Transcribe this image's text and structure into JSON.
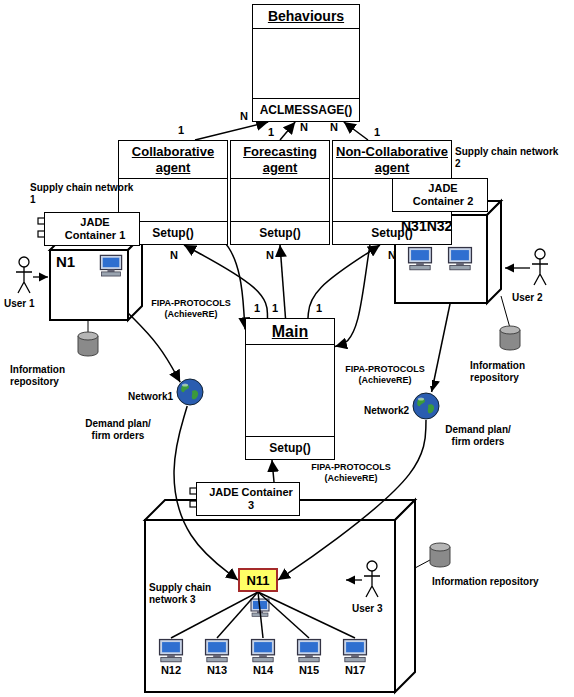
{
  "diagram": {
    "nodes": [
      {
        "text": [
          "Behaviours",
          "ACLMESSAGE()"
        ]
      },
      {
        "text": [
          "Collaborative agent",
          "Setup()"
        ]
      },
      {
        "text": [
          "Forecasting agent",
          "Setup()"
        ]
      },
      {
        "text": [
          "Non-Collaborative agent",
          "Setup()"
        ]
      },
      {
        "text": [
          "JADE Container 1"
        ]
      },
      {
        "text": [
          "N1"
        ]
      },
      {
        "text": [
          "Main",
          "Setup()"
        ]
      },
      {
        "text": [
          "JADE Container 2"
        ]
      },
      {
        "text": [
          "N31N32"
        ]
      },
      {
        "text": [
          "Network1"
        ]
      },
      {
        "text": [
          "Network2"
        ]
      },
      {
        "text": [
          "JADE Container 3"
        ]
      },
      {
        "text": [
          "Supply chain network 3"
        ]
      },
      {
        "text": [
          "N11"
        ],
        "in": 12
      },
      {
        "text": [
          "N12"
        ],
        "in": 12
      },
      {
        "text": [
          "N13"
        ],
        "in": 12
      },
      {
        "text": [
          "N14"
        ],
        "in": 12
      },
      {
        "text": [
          "N15"
        ],
        "in": 12
      },
      {
        "text": [
          "N17"
        ],
        "in": 12
      }
    ],
    "edges": [
      {
        "from": 1,
        "to": 0,
        "arrow": "to"
      },
      {
        "from": 2,
        "to": 0,
        "arrow": "to"
      },
      {
        "from": 3,
        "to": 0,
        "arrow": "to"
      },
      {
        "from": 6,
        "to": 1,
        "arrow": "to"
      },
      {
        "from": 6,
        "to": 2,
        "arrow": "to"
      },
      {
        "from": 6,
        "to": 3,
        "arrow": "to"
      },
      {
        "from": 4,
        "to": 6,
        "arrow": "to",
        "label": "FIPA-PROTOCOLS (AchieveRE)"
      },
      {
        "from": 7,
        "to": 6,
        "arrow": "to",
        "label": "FIPA-PROTOCOLS (AchieveRE)"
      },
      {
        "from": 11,
        "to": 6,
        "arrow": "to",
        "label": "FIPA-PROTOCOLS (AchieveRE)"
      },
      {
        "from": 5,
        "to": 9,
        "arrow": "to"
      },
      {
        "from": 8,
        "to": 10,
        "arrow": "to"
      },
      {
        "from": 9,
        "to": 13,
        "arrow": "to",
        "label": "Demand plan/ firm orders"
      },
      {
        "from": 10,
        "to": 13,
        "arrow": "to",
        "label": "Demand plan/ firm orders"
      },
      {
        "from": 13,
        "to": 14,
        "arrow": "none"
      },
      {
        "from": 13,
        "to": 15,
        "arrow": "none"
      },
      {
        "from": 13,
        "to": 16,
        "arrow": "none"
      },
      {
        "from": 13,
        "to": 17,
        "arrow": "none"
      },
      {
        "from": 13,
        "to": 18,
        "arrow": "none"
      }
    ],
    "labels": [
      "Supply chain network 1",
      "Supply chain network 2",
      "User 1",
      "User 2",
      "User 3",
      "Information repository",
      "Information repository",
      "Information repository",
      "1",
      "N",
      "1",
      "N",
      "1",
      "N",
      "N",
      "1",
      "N",
      "1",
      "N",
      "1"
    ]
  }
}
